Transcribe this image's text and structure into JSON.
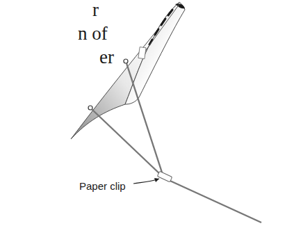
{
  "diagram": {
    "labels": [
      "r",
      "n of",
      "er",
      "Paper clip"
    ]
  }
}
